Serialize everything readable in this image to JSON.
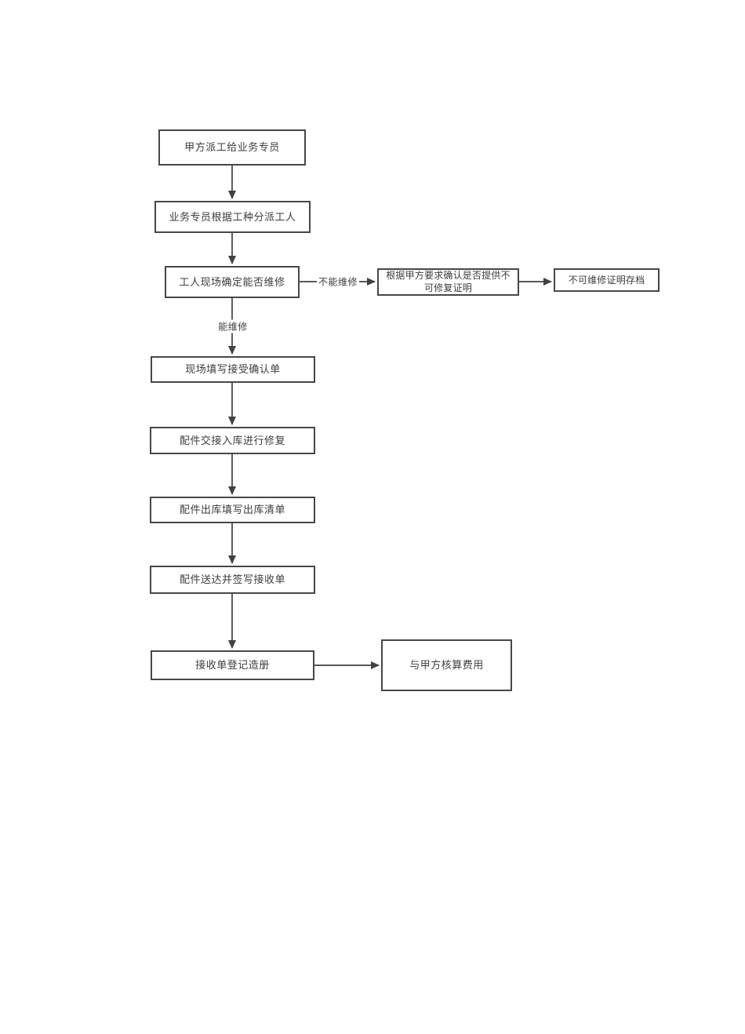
{
  "diagram": {
    "type": "flowchart",
    "background": "#ffffff",
    "line_color": "#414141",
    "box_border_color": "#474747",
    "text_color": "#3d3d3d",
    "nodes": [
      {
        "id": "n1",
        "label": "甲方派工给业务专员"
      },
      {
        "id": "n2",
        "label": "业务专员根据工种分派工人"
      },
      {
        "id": "n3",
        "label": "工人现场确定能否维修"
      },
      {
        "id": "n4",
        "label": "根据甲方要求确认是否提供不可修复证明"
      },
      {
        "id": "n5",
        "label": "不可维修证明存档"
      },
      {
        "id": "n6",
        "label": "现场填写接受确认单"
      },
      {
        "id": "n7",
        "label": "配件交接入库进行修复"
      },
      {
        "id": "n8",
        "label": "配件出库填写出库清单"
      },
      {
        "id": "n9",
        "label": "配件送达并签写接收单"
      },
      {
        "id": "n10",
        "label": "接收单登记造册"
      },
      {
        "id": "n11",
        "label": "与甲方核算费用"
      }
    ],
    "edges": [
      {
        "from": "n1",
        "to": "n2",
        "label": ""
      },
      {
        "from": "n2",
        "to": "n3",
        "label": ""
      },
      {
        "from": "n3",
        "to": "n4",
        "label": "不能维修"
      },
      {
        "from": "n4",
        "to": "n5",
        "label": ""
      },
      {
        "from": "n3",
        "to": "n6",
        "label": "能维修"
      },
      {
        "from": "n6",
        "to": "n7",
        "label": ""
      },
      {
        "from": "n7",
        "to": "n8",
        "label": ""
      },
      {
        "from": "n8",
        "to": "n9",
        "label": ""
      },
      {
        "from": "n9",
        "to": "n10",
        "label": ""
      },
      {
        "from": "n10",
        "to": "n11",
        "label": ""
      }
    ]
  }
}
